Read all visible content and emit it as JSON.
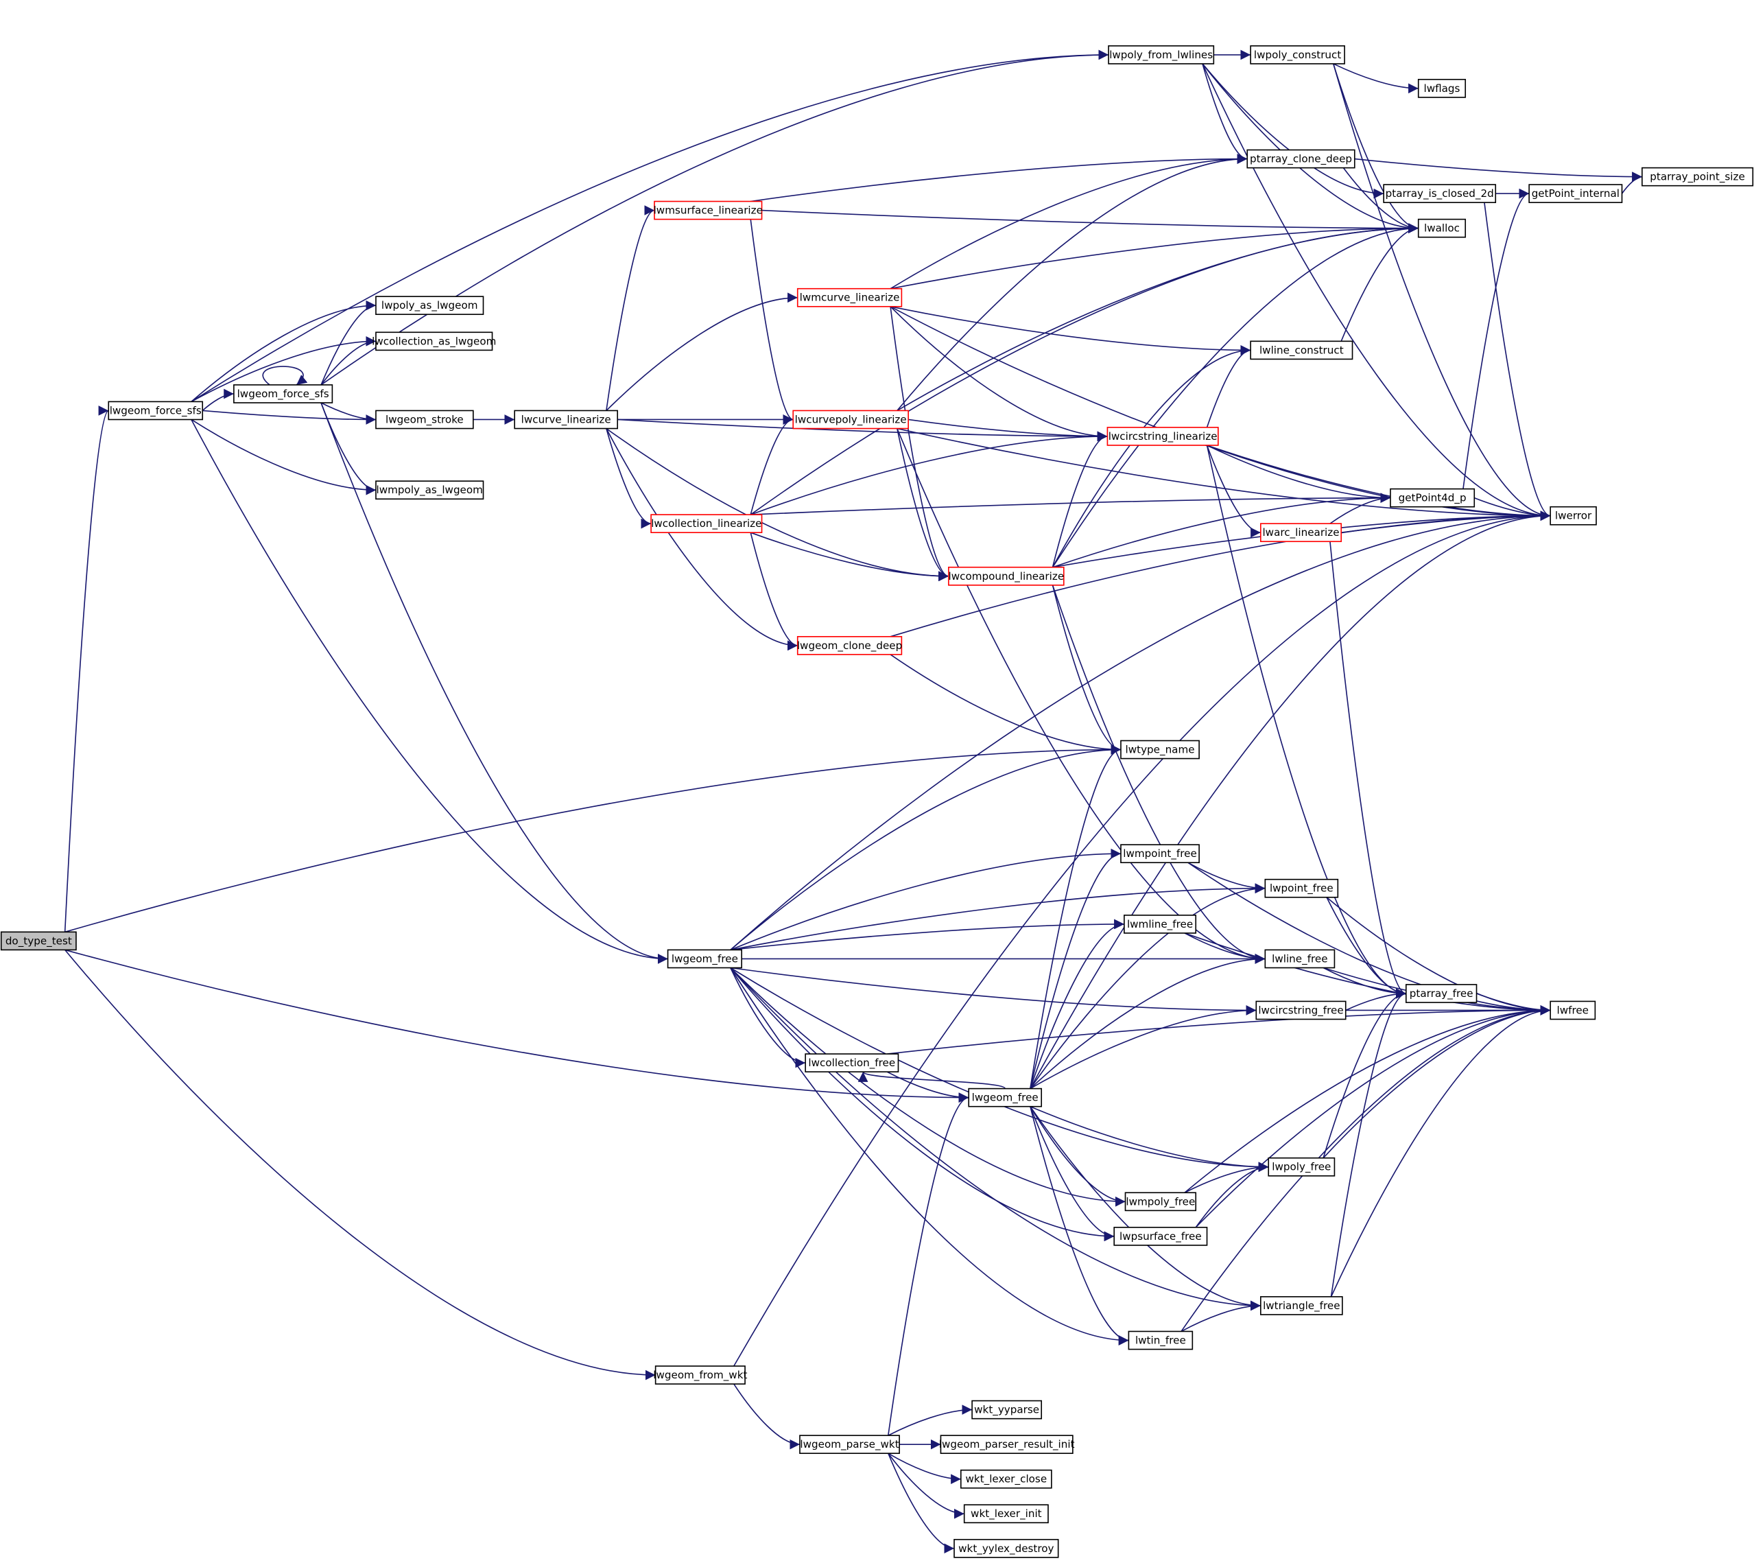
{
  "title": "do_type_test call graph",
  "colors": {
    "edge": "#191970",
    "root_fill": "#bfbfbf",
    "truncated_border": "#ff0000",
    "node_border": "#000000"
  },
  "nodes": [
    {
      "id": "do_type_test",
      "label": "do_type_test",
      "kind": "root"
    },
    {
      "id": "force_sfs",
      "label": "lwgeom_force_sfs",
      "kind": "normal"
    },
    {
      "id": "force_sfs2",
      "label": "lwgeom_force_sfs",
      "kind": "normal"
    },
    {
      "id": "poly_as_lwgeom",
      "label": "lwpoly_as_lwgeom",
      "kind": "normal"
    },
    {
      "id": "coll_as_lwgeom",
      "label": "lwcollection_as_lwgeom",
      "kind": "normal"
    },
    {
      "id": "stroke",
      "label": "lwgeom_stroke",
      "kind": "normal"
    },
    {
      "id": "mpoly_as_lwgeom",
      "label": "lwmpoly_as_lwgeom",
      "kind": "normal"
    },
    {
      "id": "curve_lin",
      "label": "lwcurve_linearize",
      "kind": "normal"
    },
    {
      "id": "msurface_lin",
      "label": "lwmsurface_linearize",
      "kind": "truncated"
    },
    {
      "id": "mcurve_lin",
      "label": "lwmcurve_linearize",
      "kind": "truncated"
    },
    {
      "id": "curvepoly_lin",
      "label": "lwcurvepoly_linearize",
      "kind": "truncated"
    },
    {
      "id": "coll_lin",
      "label": "lwcollection_linearize",
      "kind": "truncated"
    },
    {
      "id": "compound_lin",
      "label": "lwcompound_linearize",
      "kind": "truncated"
    },
    {
      "id": "clone_deep",
      "label": "lwgeom_clone_deep",
      "kind": "truncated"
    },
    {
      "id": "circ_lin",
      "label": "lwcircstring_linearize",
      "kind": "truncated"
    },
    {
      "id": "arc_lin",
      "label": "lwarc_linearize",
      "kind": "truncated"
    },
    {
      "id": "poly_from_lwlines",
      "label": "lwpoly_from_lwlines",
      "kind": "normal"
    },
    {
      "id": "poly_construct",
      "label": "lwpoly_construct",
      "kind": "normal"
    },
    {
      "id": "lwflags",
      "label": "lwflags",
      "kind": "normal"
    },
    {
      "id": "pa_clone_deep",
      "label": "ptarray_clone_deep",
      "kind": "normal"
    },
    {
      "id": "pa_closed_2d",
      "label": "ptarray_is_closed_2d",
      "kind": "normal"
    },
    {
      "id": "getpoint_internal",
      "label": "getPoint_internal",
      "kind": "normal"
    },
    {
      "id": "pa_point_size",
      "label": "ptarray_point_size",
      "kind": "normal"
    },
    {
      "id": "lwalloc",
      "label": "lwalloc",
      "kind": "normal"
    },
    {
      "id": "line_construct",
      "label": "lwline_construct",
      "kind": "normal"
    },
    {
      "id": "getpoint4d",
      "label": "getPoint4d_p",
      "kind": "normal"
    },
    {
      "id": "lwerror",
      "label": "lwerror",
      "kind": "normal"
    },
    {
      "id": "type_name",
      "label": "lwtype_name",
      "kind": "normal"
    },
    {
      "id": "geom_free1",
      "label": "lwgeom_free",
      "kind": "normal"
    },
    {
      "id": "mpoint_free",
      "label": "lwmpoint_free",
      "kind": "normal"
    },
    {
      "id": "point_free",
      "label": "lwpoint_free",
      "kind": "normal"
    },
    {
      "id": "mline_free",
      "label": "lwmline_free",
      "kind": "normal"
    },
    {
      "id": "line_free",
      "label": "lwline_free",
      "kind": "normal"
    },
    {
      "id": "circ_free",
      "label": "lwcircstring_free",
      "kind": "normal"
    },
    {
      "id": "pa_free",
      "label": "ptarray_free",
      "kind": "normal"
    },
    {
      "id": "lwfree",
      "label": "lwfree",
      "kind": "normal"
    },
    {
      "id": "coll_free",
      "label": "lwcollection_free",
      "kind": "normal"
    },
    {
      "id": "geom_free2",
      "label": "lwgeom_free",
      "kind": "normal"
    },
    {
      "id": "poly_free",
      "label": "lwpoly_free",
      "kind": "normal"
    },
    {
      "id": "mpoly_free",
      "label": "lwmpoly_free",
      "kind": "normal"
    },
    {
      "id": "psurface_free",
      "label": "lwpsurface_free",
      "kind": "normal"
    },
    {
      "id": "triangle_free",
      "label": "lwtriangle_free",
      "kind": "normal"
    },
    {
      "id": "tin_free",
      "label": "lwtin_free",
      "kind": "normal"
    },
    {
      "id": "from_wkt",
      "label": "lwgeom_from_wkt",
      "kind": "normal"
    },
    {
      "id": "parse_wkt",
      "label": "lwgeom_parse_wkt",
      "kind": "normal"
    },
    {
      "id": "yyparse",
      "label": "wkt_yyparse",
      "kind": "normal"
    },
    {
      "id": "parser_result_init",
      "label": "lwgeom_parser_result_init",
      "kind": "normal"
    },
    {
      "id": "lexer_close",
      "label": "wkt_lexer_close",
      "kind": "normal"
    },
    {
      "id": "lexer_init",
      "label": "wkt_lexer_init",
      "kind": "normal"
    },
    {
      "id": "yylex_destroy",
      "label": "wkt_yylex_destroy",
      "kind": "normal"
    }
  ],
  "edges": [
    [
      "do_type_test",
      "force_sfs"
    ],
    [
      "do_type_test",
      "type_name"
    ],
    [
      "do_type_test",
      "geom_free2"
    ],
    [
      "do_type_test",
      "from_wkt"
    ],
    [
      "force_sfs",
      "poly_from_lwlines"
    ],
    [
      "force_sfs",
      "poly_as_lwgeom"
    ],
    [
      "force_sfs",
      "coll_as_lwgeom"
    ],
    [
      "force_sfs",
      "force_sfs2"
    ],
    [
      "force_sfs",
      "stroke"
    ],
    [
      "force_sfs",
      "mpoly_as_lwgeom"
    ],
    [
      "force_sfs",
      "geom_free1"
    ],
    [
      "force_sfs2",
      "force_sfs2"
    ],
    [
      "force_sfs2",
      "poly_as_lwgeom"
    ],
    [
      "force_sfs2",
      "coll_as_lwgeom"
    ],
    [
      "force_sfs2",
      "stroke"
    ],
    [
      "force_sfs2",
      "mpoly_as_lwgeom"
    ],
    [
      "force_sfs2",
      "geom_free1"
    ],
    [
      "force_sfs2",
      "poly_from_lwlines"
    ],
    [
      "stroke",
      "curve_lin"
    ],
    [
      "curve_lin",
      "msurface_lin"
    ],
    [
      "curve_lin",
      "mcurve_lin"
    ],
    [
      "curve_lin",
      "curvepoly_lin"
    ],
    [
      "curve_lin",
      "circ_lin"
    ],
    [
      "curve_lin",
      "coll_lin"
    ],
    [
      "curve_lin",
      "compound_lin"
    ],
    [
      "curve_lin",
      "clone_deep"
    ],
    [
      "msurface_lin",
      "pa_clone_deep"
    ],
    [
      "msurface_lin",
      "lwalloc"
    ],
    [
      "msurface_lin",
      "curvepoly_lin"
    ],
    [
      "mcurve_lin",
      "pa_clone_deep"
    ],
    [
      "mcurve_lin",
      "lwalloc"
    ],
    [
      "mcurve_lin",
      "line_construct"
    ],
    [
      "mcurve_lin",
      "circ_lin"
    ],
    [
      "mcurve_lin",
      "compound_lin"
    ],
    [
      "mcurve_lin",
      "lwerror"
    ],
    [
      "curvepoly_lin",
      "pa_clone_deep"
    ],
    [
      "curvepoly_lin",
      "lwalloc"
    ],
    [
      "curvepoly_lin",
      "circ_lin"
    ],
    [
      "curvepoly_lin",
      "compound_lin"
    ],
    [
      "curvepoly_lin",
      "lwerror"
    ],
    [
      "curvepoly_lin",
      "line_free"
    ],
    [
      "coll_lin",
      "curvepoly_lin"
    ],
    [
      "coll_lin",
      "circ_lin"
    ],
    [
      "coll_lin",
      "compound_lin"
    ],
    [
      "coll_lin",
      "clone_deep"
    ],
    [
      "coll_lin",
      "lwalloc"
    ],
    [
      "coll_lin",
      "getpoint4d"
    ],
    [
      "compound_lin",
      "circ_lin"
    ],
    [
      "compound_lin",
      "line_construct"
    ],
    [
      "compound_lin",
      "lwalloc"
    ],
    [
      "compound_lin",
      "getpoint4d"
    ],
    [
      "compound_lin",
      "lwerror"
    ],
    [
      "compound_lin",
      "type_name"
    ],
    [
      "compound_lin",
      "line_free"
    ],
    [
      "circ_lin",
      "line_construct"
    ],
    [
      "circ_lin",
      "getpoint4d"
    ],
    [
      "circ_lin",
      "arc_lin"
    ],
    [
      "circ_lin",
      "lwerror"
    ],
    [
      "circ_lin",
      "pa_free"
    ],
    [
      "arc_lin",
      "getpoint4d"
    ],
    [
      "arc_lin",
      "lwerror"
    ],
    [
      "arc_lin",
      "pa_free"
    ],
    [
      "clone_deep",
      "lwerror"
    ],
    [
      "clone_deep",
      "type_name"
    ],
    [
      "poly_from_lwlines",
      "poly_construct"
    ],
    [
      "poly_from_lwlines",
      "pa_clone_deep"
    ],
    [
      "poly_from_lwlines",
      "lwalloc"
    ],
    [
      "poly_from_lwlines",
      "pa_closed_2d"
    ],
    [
      "poly_from_lwlines",
      "lwerror"
    ],
    [
      "poly_construct",
      "lwflags"
    ],
    [
      "poly_construct",
      "lwalloc"
    ],
    [
      "poly_construct",
      "lwerror"
    ],
    [
      "pa_clone_deep",
      "pa_point_size"
    ],
    [
      "pa_clone_deep",
      "lwalloc"
    ],
    [
      "pa_closed_2d",
      "getpoint_internal"
    ],
    [
      "pa_closed_2d",
      "lwerror"
    ],
    [
      "getpoint_internal",
      "pa_point_size"
    ],
    [
      "line_construct",
      "lwalloc"
    ],
    [
      "getpoint4d",
      "getpoint_internal"
    ],
    [
      "getpoint4d",
      "lwerror"
    ],
    [
      "geom_free1",
      "lwerror"
    ],
    [
      "geom_free1",
      "type_name"
    ],
    [
      "geom_free1",
      "mpoint_free"
    ],
    [
      "geom_free1",
      "point_free"
    ],
    [
      "geom_free1",
      "mline_free"
    ],
    [
      "geom_free1",
      "line_free"
    ],
    [
      "geom_free1",
      "circ_free"
    ],
    [
      "geom_free1",
      "coll_free"
    ],
    [
      "geom_free1",
      "poly_free"
    ],
    [
      "geom_free1",
      "mpoly_free"
    ],
    [
      "geom_free1",
      "psurface_free"
    ],
    [
      "geom_free1",
      "triangle_free"
    ],
    [
      "geom_free1",
      "tin_free"
    ],
    [
      "geom_free2",
      "lwerror"
    ],
    [
      "geom_free2",
      "type_name"
    ],
    [
      "geom_free2",
      "mpoint_free"
    ],
    [
      "geom_free2",
      "point_free"
    ],
    [
      "geom_free2",
      "mline_free"
    ],
    [
      "geom_free2",
      "line_free"
    ],
    [
      "geom_free2",
      "circ_free"
    ],
    [
      "geom_free2",
      "coll_free"
    ],
    [
      "geom_free2",
      "poly_free"
    ],
    [
      "geom_free2",
      "mpoly_free"
    ],
    [
      "geom_free2",
      "psurface_free"
    ],
    [
      "geom_free2",
      "triangle_free"
    ],
    [
      "geom_free2",
      "tin_free"
    ],
    [
      "coll_free",
      "geom_free2"
    ],
    [
      "coll_free",
      "lwfree"
    ],
    [
      "mpoint_free",
      "point_free"
    ],
    [
      "mpoint_free",
      "lwfree"
    ],
    [
      "point_free",
      "pa_free"
    ],
    [
      "point_free",
      "lwfree"
    ],
    [
      "mline_free",
      "line_free"
    ],
    [
      "mline_free",
      "lwfree"
    ],
    [
      "line_free",
      "pa_free"
    ],
    [
      "line_free",
      "lwfree"
    ],
    [
      "circ_free",
      "pa_free"
    ],
    [
      "circ_free",
      "lwfree"
    ],
    [
      "pa_free",
      "lwfree"
    ],
    [
      "poly_free",
      "pa_free"
    ],
    [
      "poly_free",
      "lwfree"
    ],
    [
      "mpoly_free",
      "poly_free"
    ],
    [
      "mpoly_free",
      "lwfree"
    ],
    [
      "psurface_free",
      "poly_free"
    ],
    [
      "psurface_free",
      "lwfree"
    ],
    [
      "triangle_free",
      "pa_free"
    ],
    [
      "triangle_free",
      "lwfree"
    ],
    [
      "tin_free",
      "triangle_free"
    ],
    [
      "tin_free",
      "lwfree"
    ],
    [
      "from_wkt",
      "parse_wkt"
    ],
    [
      "from_wkt",
      "lwerror"
    ],
    [
      "parse_wkt",
      "geom_free2"
    ],
    [
      "parse_wkt",
      "yyparse"
    ],
    [
      "parse_wkt",
      "parser_result_init"
    ],
    [
      "parse_wkt",
      "lexer_close"
    ],
    [
      "parse_wkt",
      "lexer_init"
    ],
    [
      "parse_wkt",
      "yylex_destroy"
    ]
  ]
}
